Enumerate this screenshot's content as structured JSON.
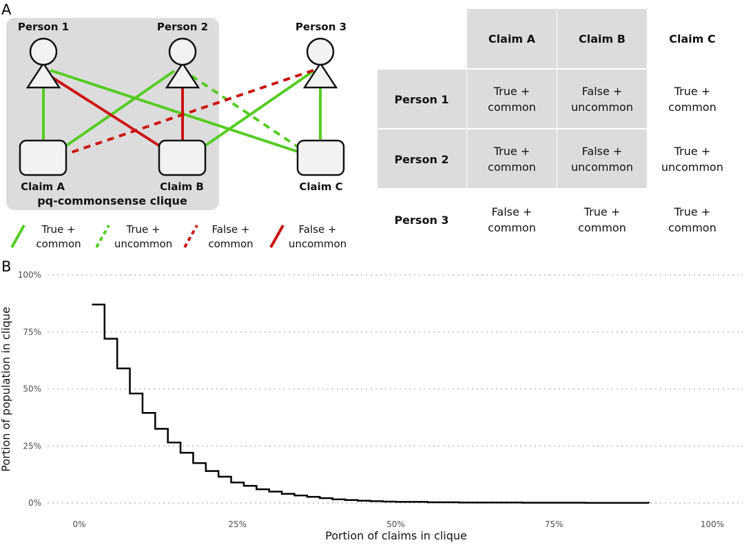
{
  "panels": {
    "a_label": "A",
    "b_label": "B"
  },
  "diagram": {
    "persons": [
      "Person 1",
      "Person 2",
      "Person 3"
    ],
    "claims": [
      "Claim A",
      "Claim B",
      "Claim C"
    ],
    "clique_label": "pq-commonsense clique",
    "colors": {
      "green": "#55cc22",
      "red": "#cc1111",
      "clique_bg": "#dcdcdc"
    },
    "legend": [
      {
        "line1": "True +",
        "line2": "common",
        "color": "#55cc22",
        "dashed": false
      },
      {
        "line1": "True +",
        "line2": "uncommon",
        "color": "#55cc22",
        "dashed": true
      },
      {
        "line1": "False +",
        "line2": "common",
        "color": "#cc1111",
        "dashed": true
      },
      {
        "line1": "False +",
        "line2": "uncommon",
        "color": "#cc1111",
        "dashed": false
      }
    ]
  },
  "table": {
    "columns": [
      "Claim A",
      "Claim B",
      "Claim C"
    ],
    "rows": [
      {
        "label": "Person 1",
        "cells": [
          [
            "True +",
            "common"
          ],
          [
            "False +",
            "uncommon"
          ],
          [
            "True +",
            "common"
          ]
        ]
      },
      {
        "label": "Person 2",
        "cells": [
          [
            "True +",
            "common"
          ],
          [
            "False +",
            "uncommon"
          ],
          [
            "True +",
            "uncommon"
          ]
        ]
      },
      {
        "label": "Person 3",
        "cells": [
          [
            "False +",
            "common"
          ],
          [
            "True +",
            "common"
          ],
          [
            "True +",
            "common"
          ]
        ]
      }
    ]
  },
  "chart_data": {
    "type": "line",
    "subtype": "step",
    "xlabel": "Portion of claims in clique",
    "ylabel": "Portion of population in clique",
    "xlim": [
      0,
      100
    ],
    "ylim": [
      0,
      100
    ],
    "x_ticks": [
      "0%",
      "25%",
      "50%",
      "75%",
      "100%"
    ],
    "y_ticks": [
      "0%",
      "25%",
      "50%",
      "75%",
      "100%"
    ],
    "grid": "horizontal dotted",
    "series": [
      {
        "x": [
          2,
          4,
          6,
          8,
          10,
          12,
          14,
          16,
          18,
          20,
          22,
          24,
          26,
          28,
          30,
          32,
          34,
          36,
          38,
          40,
          42,
          44,
          46,
          48,
          50,
          55,
          60,
          70,
          80,
          90
        ],
        "y": [
          87,
          72,
          59,
          48,
          39.5,
          32.5,
          26.5,
          22,
          17.5,
          14,
          11.5,
          9,
          7.5,
          6,
          5,
          4,
          3.3,
          2.7,
          2.1,
          1.6,
          1.3,
          1.0,
          0.8,
          0.6,
          0.5,
          0.3,
          0.2,
          0.1,
          0.05,
          0
        ]
      }
    ]
  }
}
